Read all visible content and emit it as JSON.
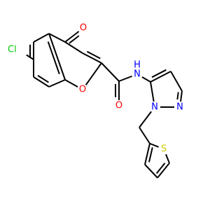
{
  "colors": {
    "bond": "#000000",
    "carbon": "#000000",
    "oxygen": "#ff0000",
    "nitrogen": "#0000ff",
    "sulfur": "#cccc00",
    "chlorine": "#00cc00"
  },
  "atoms": {
    "cl": "Cl",
    "o_ketone": "O",
    "o_ring": "O",
    "o_amide": "O",
    "nh": "N",
    "h": "H",
    "n1_pyrazole": "N",
    "n2_pyrazole": "N",
    "s_thiophene": "S"
  }
}
